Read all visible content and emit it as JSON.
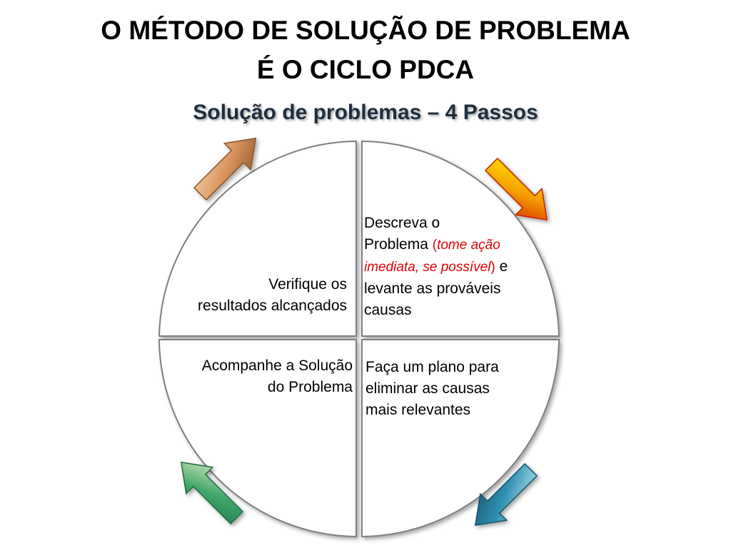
{
  "header": {
    "title_line1": "O MÉTODO DE SOLUÇÃO DE PROBLEMA",
    "title_line2": "É O CICLO PDCA",
    "subtitle": "Solução de problemas – 4 Passos"
  },
  "quadrants": {
    "top_left": {
      "line1": "Verifique os",
      "line2": "resultados alcançados"
    },
    "top_right": {
      "part1": "Descreva o",
      "part2": "Problema",
      "paren_open": "(",
      "highlight": "tome ação imediata, se possível",
      "paren_close": ")",
      "part3": "e levante as prováveis causas"
    },
    "bottom_left": {
      "line1": "Acompanhe a Solução",
      "line2": "do Problema"
    },
    "bottom_right": {
      "line1": "Faça um plano para",
      "line2": "eliminar as causas",
      "line3": "mais relevantes"
    }
  },
  "colors": {
    "highlight_text": "#e00000",
    "arrow_top_left": "#d9945c",
    "arrow_top_right": "#f5a000",
    "arrow_bottom_left": "#3ea66a",
    "arrow_bottom_right": "#2f8fb0"
  },
  "icons": [
    "arrow-up-right-icon",
    "arrow-down-right-icon",
    "arrow-down-left-icon",
    "arrow-up-left-icon"
  ]
}
